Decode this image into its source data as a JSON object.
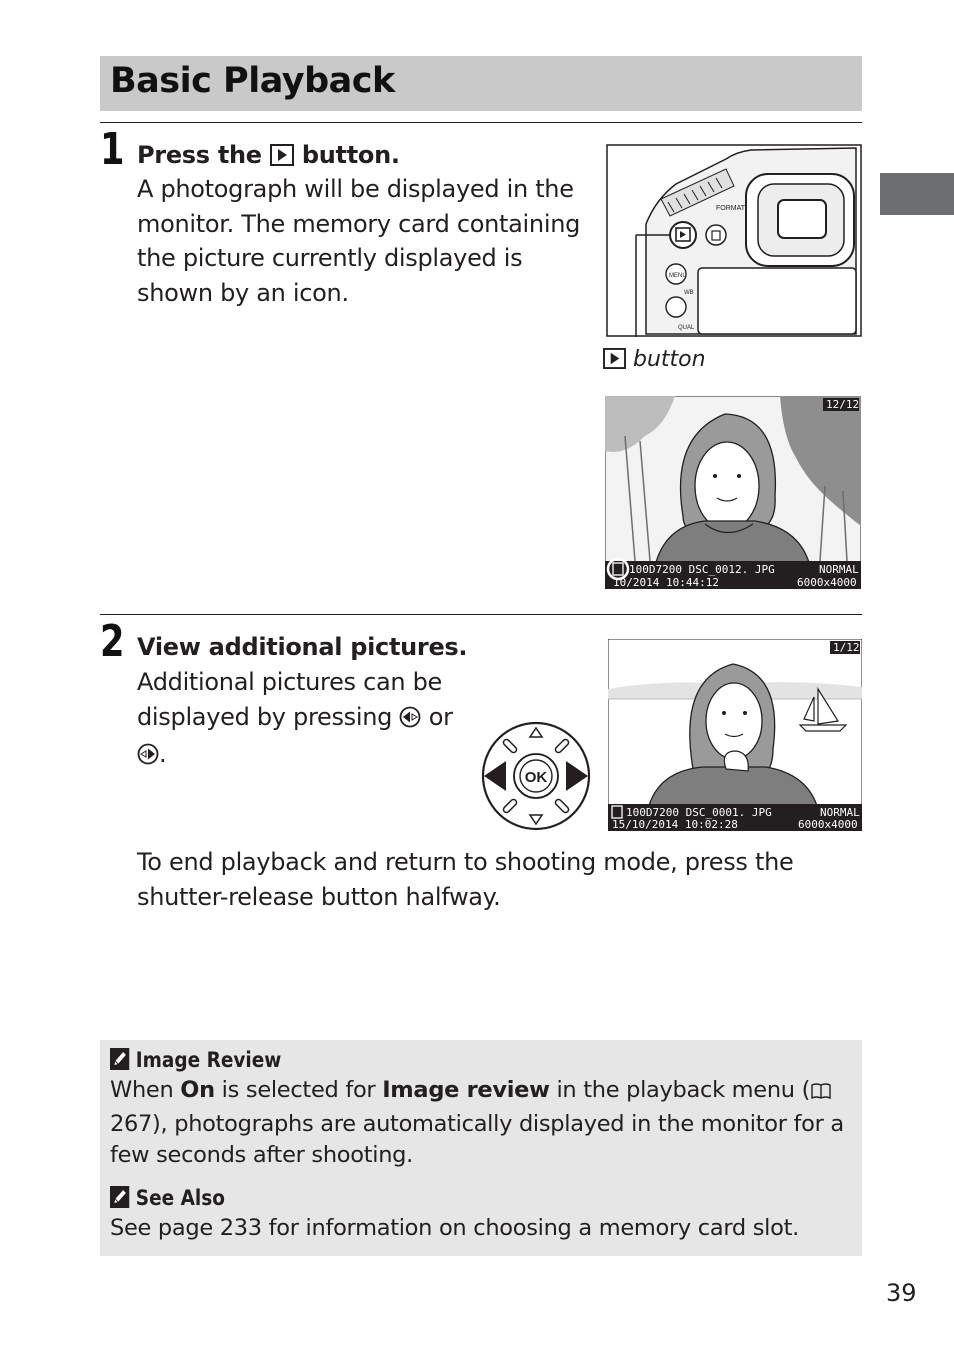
{
  "header": {
    "title": "Basic Playback"
  },
  "step1": {
    "number": "1",
    "heading_before": "Press the",
    "heading_after": "button.",
    "body": "A photograph will be displayed in the monitor. The memory card containing the picture currently displayed is shown by an icon.",
    "caption": "button",
    "camera_labels": {
      "menu": "MENU",
      "wb": "WB",
      "qual": "QUAL",
      "format": "FORMAT"
    },
    "playback_osd": {
      "counter": "12/12",
      "line1_left": "100D7200  DSC_0012. JPG",
      "line1_right": "NORMAL",
      "line2_left": "10/2014  10:44:12",
      "line2_right": "6000x4000"
    }
  },
  "step2": {
    "number": "2",
    "heading": "View additional pictures.",
    "body_line1": "Additional pictures can be",
    "body_line2": "displayed by pressing",
    "body_or": "or",
    "body_end": ".",
    "ok_label": "OK",
    "end_text": "To end playback and return to shooting mode, press the shutter-release button halfway.",
    "playback_osd": {
      "counter": "1/12",
      "line1_left": "100D7200  DSC_0001. JPG",
      "line1_right": "NORMAL",
      "line2_left": "15/10/2014  10:02:28",
      "line2_right": "6000x4000"
    }
  },
  "notes": [
    {
      "title": "Image Review",
      "t1": "When ",
      "b1": "On",
      "t2": " is selected for ",
      "b2": "Image review",
      "t3": " in the playback menu (",
      "ref": "267",
      "t4": "), photographs are automatically displayed in the monitor for a few seconds after shooting."
    },
    {
      "title": "See Also",
      "text": "See page 233 for information on choosing a memory card slot."
    }
  ],
  "page_number": "39"
}
